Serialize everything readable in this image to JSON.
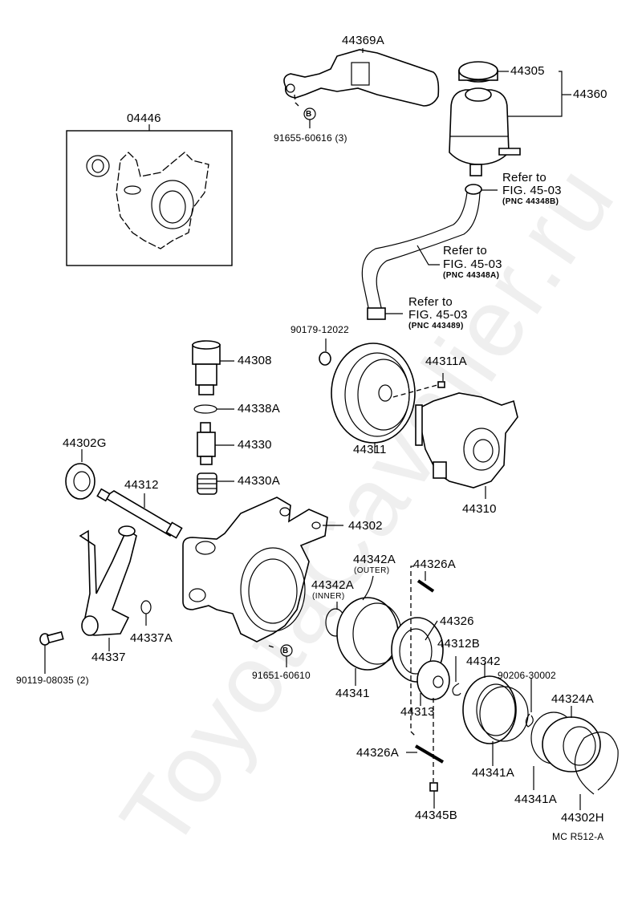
{
  "watermark": "ToyotaCavalier.ru",
  "diagram_code": "MC R512-A",
  "kit": {
    "label": "04446"
  },
  "bolt_marker": "B",
  "parts": {
    "bracket": "44369A",
    "bracket_bolt": "91655-60616 (3)",
    "cap": "44305",
    "reservoir": "44360",
    "ref_1": {
      "line1": "Refer to",
      "line2": "FIG. 45-03",
      "line3": "(PNC 44348B)"
    },
    "ref_2": {
      "line1": "Refer to",
      "line2": "FIG. 45-03",
      "line3": "(PNC 44348A)"
    },
    "ref_3": {
      "line1": "Refer to",
      "line2": "FIG. 45-03",
      "line3": "(PNC 443489)"
    },
    "nut": "90179-12022",
    "valve_plug": "44308",
    "o_ring": "44338A",
    "flow_valve": "44330",
    "spring": "44330A",
    "pulley": "44311",
    "key": "44311A",
    "pump_assy": "44310",
    "oil_seal": "44302G",
    "shaft": "44312",
    "housing": "44302",
    "union": "44337",
    "union_ring": "44337A",
    "union_bolt": "90119-08035 (2)",
    "housing_bolt": "91651-60610",
    "ring_outer": "44342A",
    "ring_outer_note": "(OUTER)",
    "ring_inner": "44342A",
    "ring_inner_note": "(INNER)",
    "front_plate": "44341",
    "cam_ring": "44326",
    "pin_top": "44326A",
    "snap_ring": "44312B",
    "rotor": "44313",
    "pin_bottom": "44326A",
    "vane": "44345B",
    "rear_plate": "44342",
    "gasket": "90206-30002",
    "plate_ring_1": "44341A",
    "plate_ring_2": "44341A",
    "rear_housing": "44324A",
    "clip": "44302H"
  }
}
